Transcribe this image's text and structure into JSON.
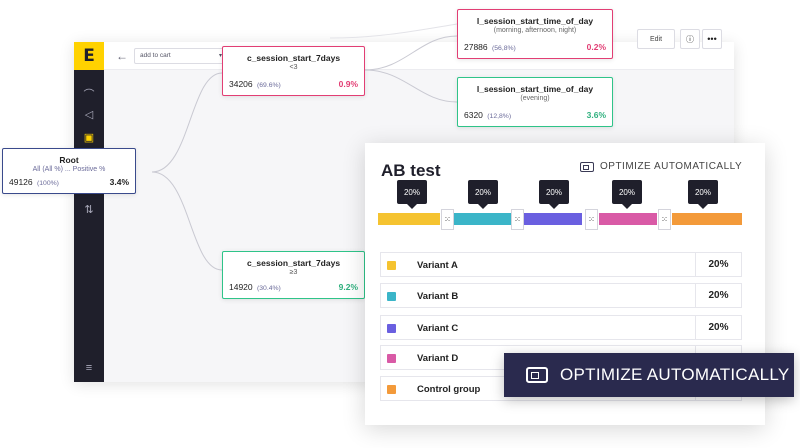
{
  "app": {
    "event_select": "add to cart",
    "edit_label": "Edit",
    "info_icon": "info-icon",
    "more_icon": "more-icon",
    "nav_icons": [
      "gauge-icon",
      "megaphone-icon",
      "chart-icon",
      "sliders-icon",
      "collapse-menu-icon"
    ]
  },
  "tree": {
    "root": {
      "title": "Root",
      "subtitle": "All (All %) ... Positive %",
      "count": "49126",
      "count_pct": "(100%)",
      "rate": "3.4%"
    },
    "lt3": {
      "title": "c_session_start_7days",
      "subtitle": "<3",
      "count": "34206",
      "count_pct": "(69.6%)",
      "rate": "0.9%"
    },
    "ge3": {
      "title": "c_session_start_7days",
      "subtitle": "≥3",
      "count": "14920",
      "count_pct": "(30.4%)",
      "rate": "9.2%"
    },
    "morning": {
      "title": "l_session_start_time_of_day",
      "subtitle": "(morning, afternoon, night)",
      "count": "27886",
      "count_pct": "(56,8%)",
      "rate": "0.2%"
    },
    "evening": {
      "title": "l_session_start_time_of_day",
      "subtitle": "(evening)",
      "count": "6320",
      "count_pct": "(12,8%)",
      "rate": "3.6%"
    }
  },
  "ab": {
    "title": "AB test",
    "optimize_small": "OPTIMIZE AUTOMATICALLY",
    "optimize_big": "OPTIMIZE AUTOMATICALLY",
    "bubbles": [
      "20%",
      "20%",
      "20%",
      "20%",
      "20%"
    ],
    "variants": [
      {
        "label": "Variant A",
        "pct": "20%",
        "color": "#f5c330"
      },
      {
        "label": "Variant B",
        "pct": "20%",
        "color": "#3bb5c8"
      },
      {
        "label": "Variant C",
        "pct": "20%",
        "color": "#6a5fe0"
      },
      {
        "label": "Variant D",
        "pct": "",
        "color": "#d95aa6"
      },
      {
        "label": "Control group",
        "pct": "",
        "color": "#f39a3a"
      }
    ]
  },
  "colors": {
    "pink": "#e23e74",
    "green": "#2fc489",
    "navy": "#2a2a4e",
    "yellow": "#ffd200"
  }
}
